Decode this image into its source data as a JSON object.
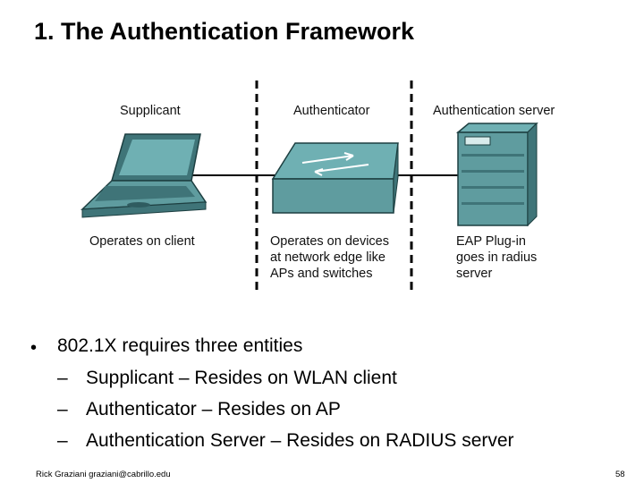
{
  "slide": {
    "title": "1. The Authentication Framework"
  },
  "diagram": {
    "columns": [
      {
        "heading": "Supplicant",
        "caption": [
          "Operates on client"
        ]
      },
      {
        "heading": "Authenticator",
        "caption": [
          "Operates on devices",
          "at network edge like",
          "APs and switches"
        ]
      },
      {
        "heading": "Authentication server",
        "caption": [
          "EAP Plug-in",
          "goes in radius",
          "server"
        ]
      }
    ],
    "icons": [
      "laptop-icon",
      "switch-icon",
      "server-icon"
    ],
    "colors": {
      "device": "#5f9c9f",
      "device_dark": "#3f7478",
      "line": "#000000"
    }
  },
  "bullets": [
    {
      "text": "802.1X requires three entities",
      "subitems": [
        {
          "dash": "–",
          "text": "Supplicant – Resides on WLAN client"
        },
        {
          "dash": "–",
          "text": "Authenticator – Resides on AP"
        },
        {
          "dash": "–",
          "text": "Authentication Server – Resides on RADIUS server"
        }
      ]
    }
  ],
  "bullet_marker": "•",
  "footer": {
    "left": "Rick Graziani graziani@cabrillo.edu",
    "right": "58"
  }
}
